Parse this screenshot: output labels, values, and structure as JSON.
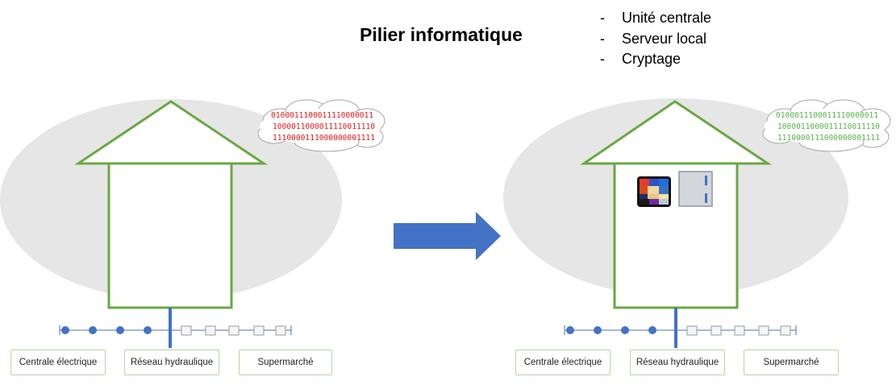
{
  "title": "Pilier informatique",
  "bullets": [
    "Unité centrale",
    "Serveur local",
    "Cryptage"
  ],
  "bullet_marker": "-",
  "panels": [
    {
      "cloud_lines": [
        "0100011100011110000011",
        "1000011000011110011110",
        "1110000111000000001111"
      ],
      "cloud_text_color": "#e8191d",
      "labels": [
        "Centrale électrique",
        "Réseau hydraulique",
        "Supermarché"
      ],
      "has_devices": false
    },
    {
      "cloud_lines": [
        "0100011100011110000011",
        "1000011000011110011110",
        "1110000111000000001111"
      ],
      "cloud_text_color": "#58b44a",
      "labels": [
        "Centrale électrique",
        "Réseau hydraulique",
        "Supermarché"
      ],
      "has_devices": true,
      "devices": [
        "unite-centrale-icon",
        "serveur-local-icon"
      ]
    }
  ],
  "colors": {
    "house_outline": "#6aa842",
    "ellipse": "#e6e6e6",
    "arrow": "#4472c4",
    "network": "#4472c4",
    "label_border": "#b7d7a0"
  }
}
